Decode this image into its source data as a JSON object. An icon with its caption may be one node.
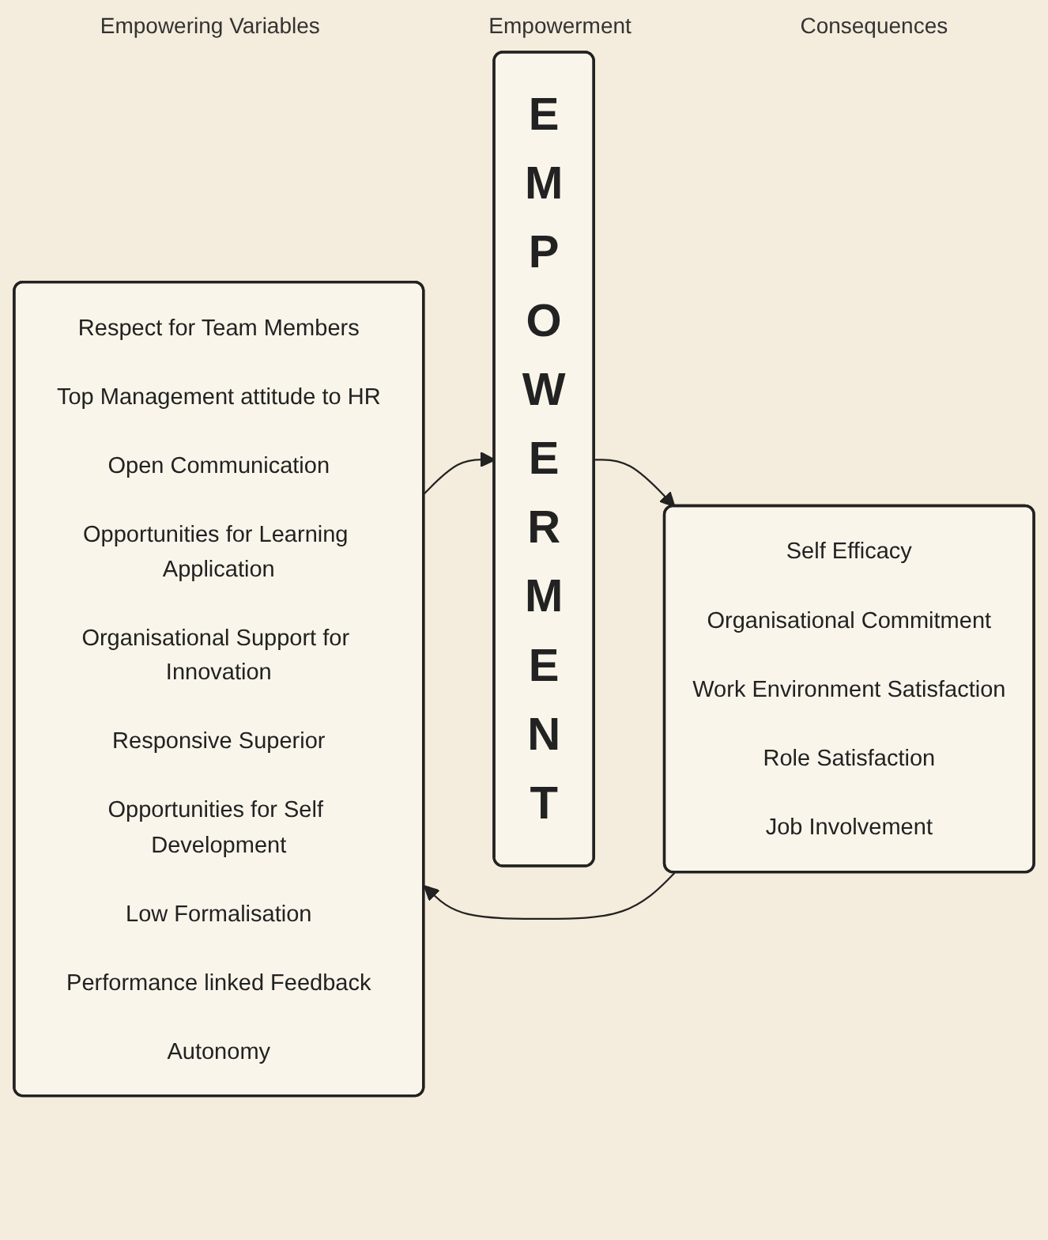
{
  "diagram": {
    "nodes": [
      {
        "text": [
          "Respect for Team Members",
          "Top Management attitude to HR",
          "Open Communication",
          "Opportunities for Learning Application",
          "Organisational Support for Innovation",
          "Responsive Superior",
          "Opportunities for Self Development",
          "Low Formalisation",
          "Performance linked Feedback",
          "Autonomy"
        ]
      },
      {
        "text": [
          "EMPOWERMENT"
        ]
      },
      {
        "text": [
          "Self Efficacy",
          "Organisational Commitment",
          "Work Environment Satisfaction",
          "Role Satisfaction",
          "Job Involvement"
        ]
      }
    ],
    "edges": [
      {
        "from": 0,
        "to": 1,
        "arrow": "to"
      },
      {
        "from": 1,
        "to": 2,
        "arrow": "to"
      },
      {
        "from": 2,
        "to": 0,
        "arrow": "to"
      }
    ],
    "labels": [
      "Empowering Variables",
      "Empowerment",
      "Consequences"
    ]
  }
}
